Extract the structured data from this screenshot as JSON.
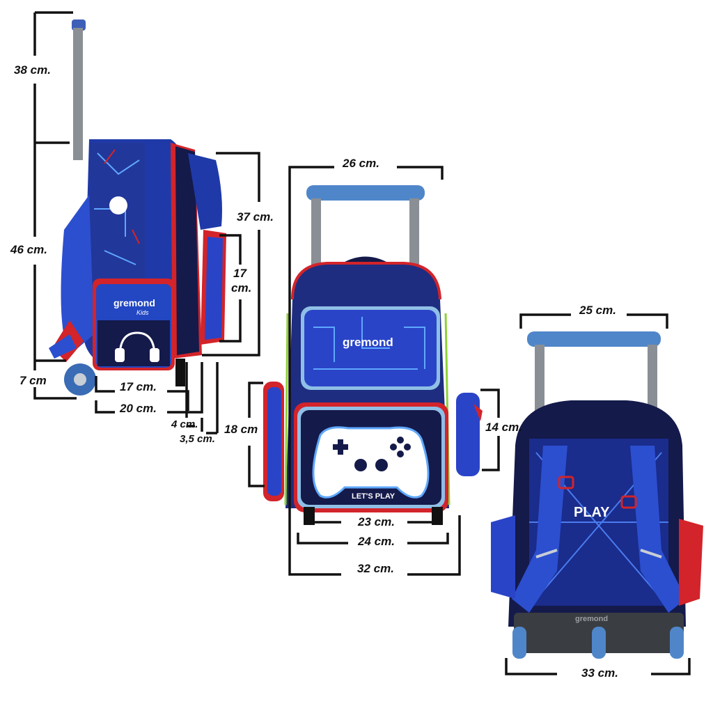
{
  "brand": {
    "side_logo": "gremond",
    "side_logo_sub": "Kids",
    "front_logo": "gremond",
    "front_print": "LET'S PLAY",
    "back_print": "PLAY",
    "base_logo": "gremond"
  },
  "colors": {
    "navy": "#141a4a",
    "royal_blue": "#2a44c8",
    "red_trim": "#d2242a",
    "lime_piping": "#8fd13a",
    "sky_blue": "#8fbfe6",
    "frame_grey": "#8a8f95",
    "wheel_blue": "#4f86c9"
  },
  "side_view": {
    "handle_height": "38 cm.",
    "body_height": "46 cm.",
    "pocket_height": "37 cm.",
    "side_pocket_height": "17 cm.",
    "side_pocket_height_unit": "cm.",
    "side_pocket_height_value": "17",
    "wheel_height": "7 cm",
    "depth_bag": "17 cm.",
    "depth_total": "20 cm.",
    "front_pocket_depth": "4 cm.",
    "small_pocket_depth": "3,5 cm."
  },
  "front_view": {
    "handle_width": "26 cm.",
    "left_pocket_height": "18 cm",
    "right_pocket_height": "14 cm.",
    "pocket_width": "23 cm.",
    "inner_width": "24 cm.",
    "total_width": "32 cm."
  },
  "back_view": {
    "handle_width": "25 cm.",
    "base_width": "33 cm."
  }
}
